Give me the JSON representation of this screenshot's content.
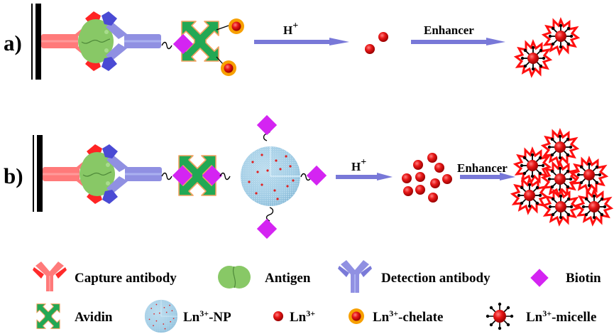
{
  "figure": {
    "panels": [
      {
        "label": "a)",
        "step1": {
          "reagent": "H",
          "reagent_sup": "+"
        },
        "step2": {
          "reagent": "Enhancer"
        },
        "released_ions_count": 2,
        "micelles_count": 2,
        "chelates_on_avidin": 2,
        "biotins_on_avidin": 1
      },
      {
        "label": "b)",
        "step1": {
          "reagent": "H",
          "reagent_sup": "+"
        },
        "step2": {
          "reagent": "Enhancer"
        },
        "released_ions_count": 10,
        "micelles_count": 7,
        "biotins_on_nanoparticle": 3,
        "biotins_on_avidin": 2
      }
    ],
    "legend": [
      {
        "icon": "capture-antibody-icon",
        "text": "Capture antibody"
      },
      {
        "icon": "antigen-icon",
        "text": "Antigen"
      },
      {
        "icon": "detection-antibody-icon",
        "text": "Detection antibody"
      },
      {
        "icon": "biotin-icon",
        "text": "Biotin"
      },
      {
        "icon": "avidin-icon",
        "text": "Avidin"
      },
      {
        "icon": "nanoparticle-icon",
        "text_main": "Ln",
        "text_sup": "3+",
        "text_tail": "-NP"
      },
      {
        "icon": "ion-icon",
        "text_main": "Ln",
        "text_sup": "3+",
        "text_tail": ""
      },
      {
        "icon": "chelate-icon",
        "text_main": "Ln",
        "text_sup": "3+",
        "text_tail": "-chelate"
      },
      {
        "icon": "micelle-icon",
        "text_main": "Ln",
        "text_sup": "3+",
        "text_tail": "-micelle"
      }
    ],
    "colors": {
      "capture_antibody": "#ff6f6f",
      "capture_antibody_dark": "#ff2020",
      "antigen": "#88c864",
      "detection_antibody": "#8c8ce0",
      "detection_antibody_dark": "#4848d0",
      "avidin": "#20a850",
      "avidin_edge": "#f0a060",
      "biotin": "#d020f0",
      "ion": "#e01010",
      "chelate_ring": "#f7a000",
      "nanoparticle": "#a8d4ec",
      "arrow": "#7878d8",
      "micelle_star": "#ff1010"
    }
  }
}
